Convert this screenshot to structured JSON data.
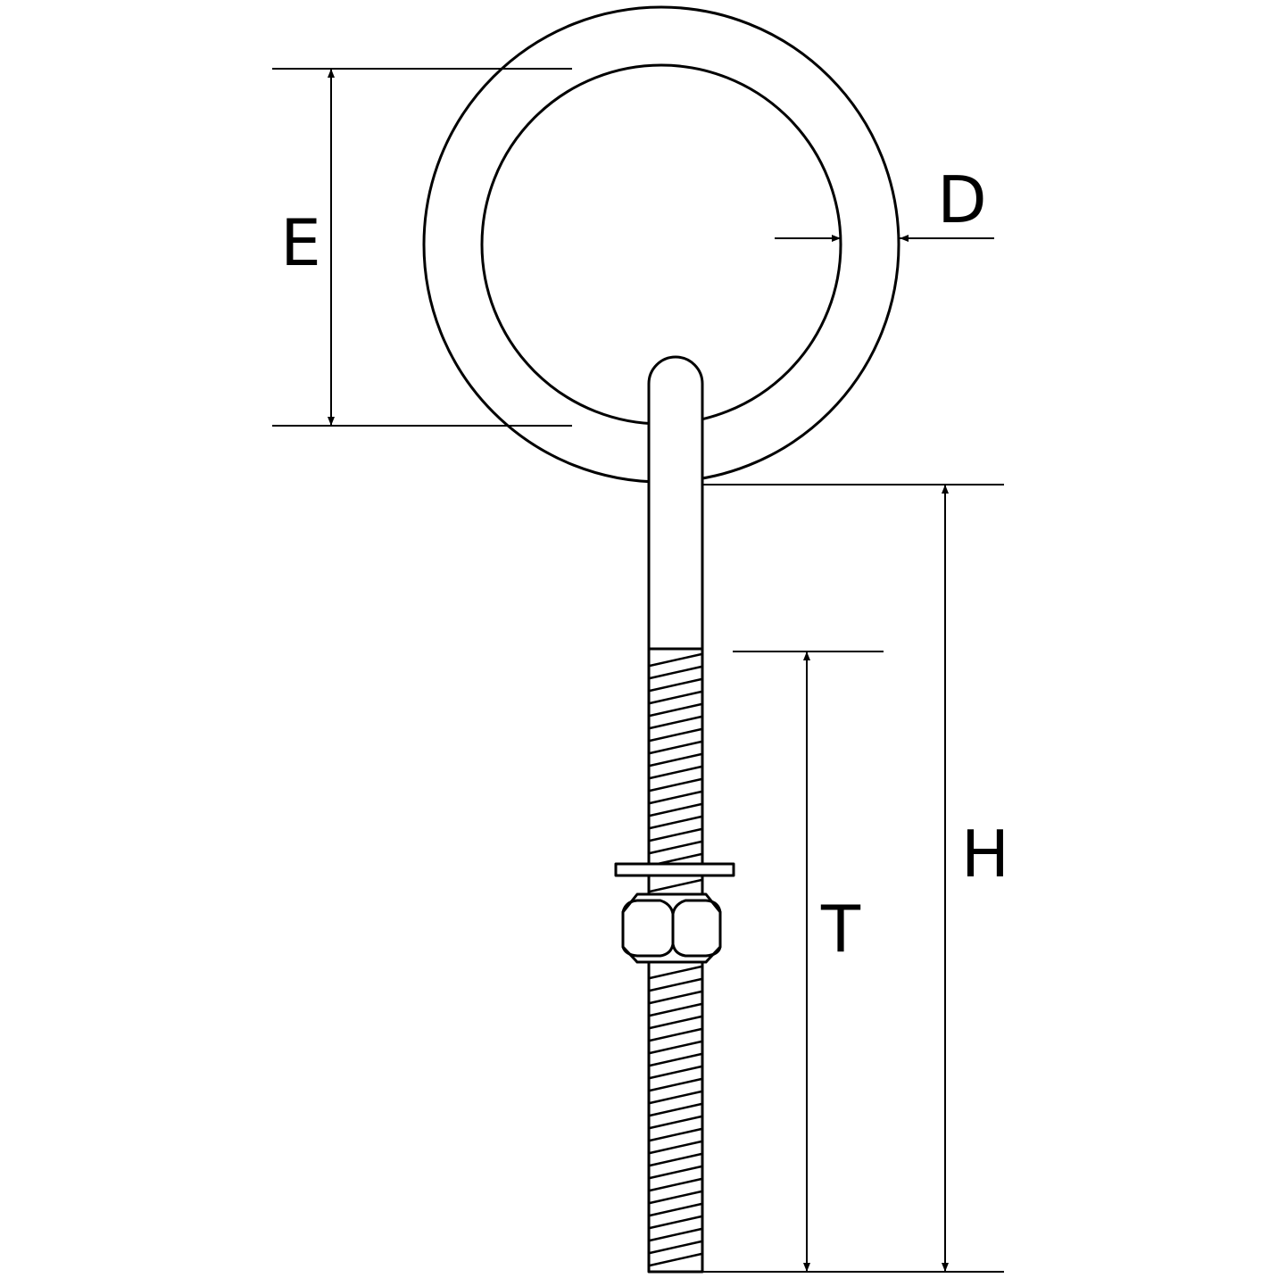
{
  "diagram": {
    "labels": {
      "E": "E",
      "D": "D",
      "H": "H",
      "T": "T"
    },
    "colors": {
      "line": "#000000",
      "background": "#ffffff"
    }
  }
}
